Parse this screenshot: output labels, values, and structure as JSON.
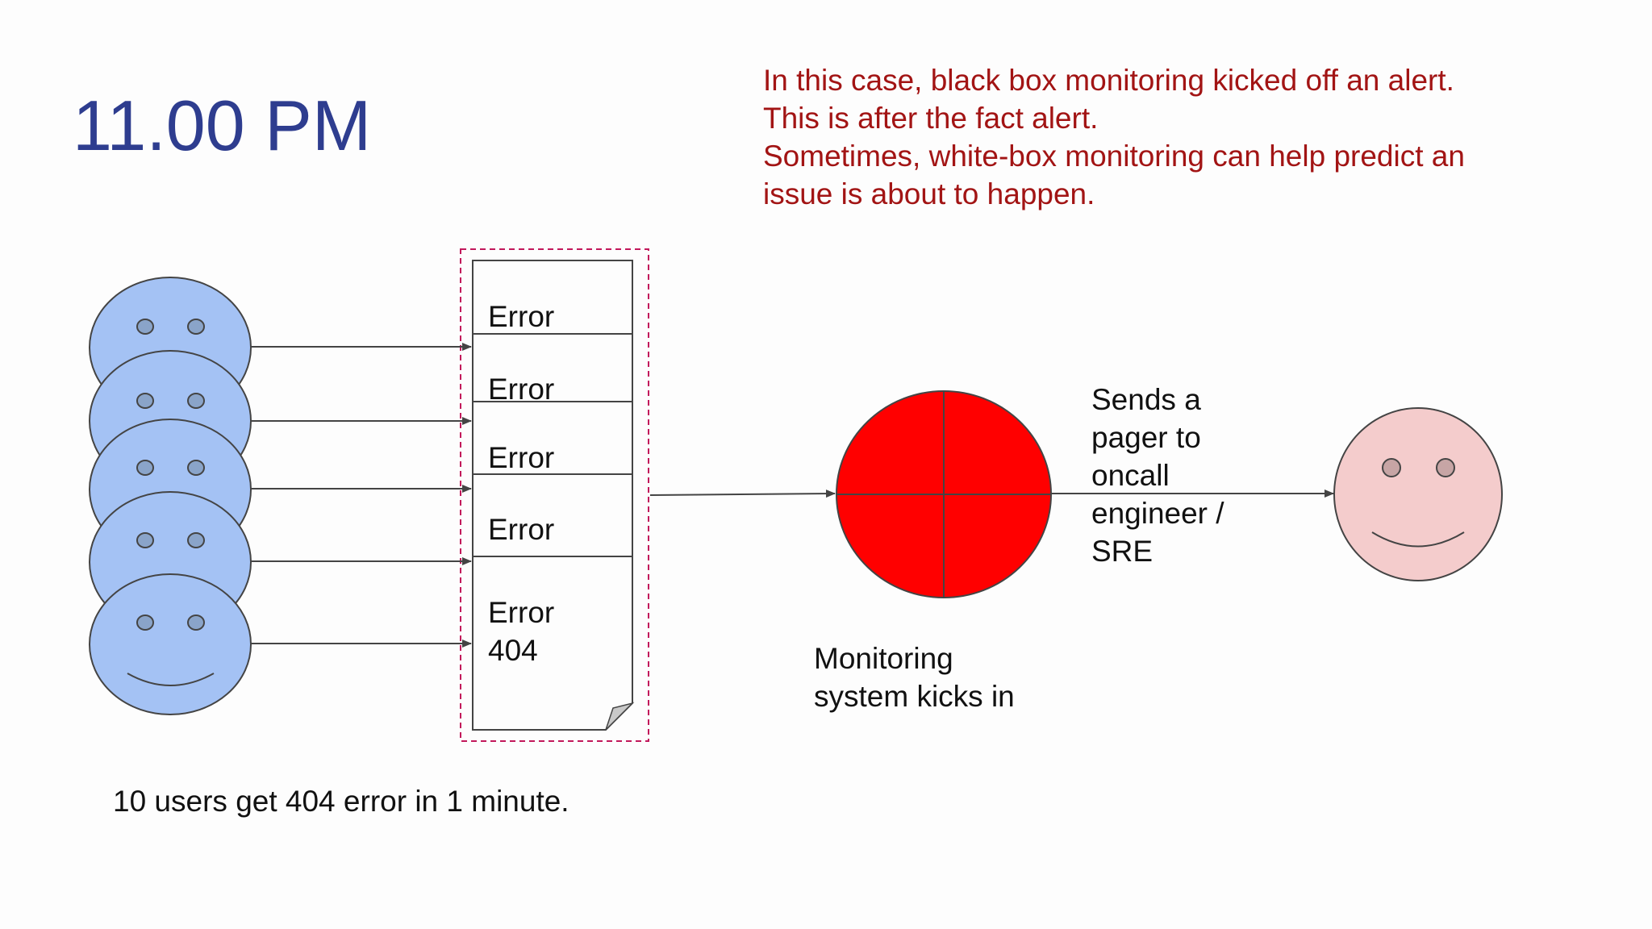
{
  "slide": {
    "time": "11.00 PM",
    "note_lines": [
      "In this case, black box monitoring kicked off an alert.",
      "This is after the fact alert.",
      "Sometimes, white-box monitoring can help predict an",
      "issue is about to happen."
    ]
  },
  "diagram": {
    "errors": [
      {
        "line1": "Error",
        "line2": ""
      },
      {
        "line1": "Error",
        "line2": ""
      },
      {
        "line1": "Error",
        "line2": ""
      },
      {
        "line1": "Error",
        "line2": ""
      },
      {
        "line1": "Error",
        "line2": "404"
      }
    ],
    "users_caption": "10 users get 404 error in 1 minute.",
    "monitor_caption_lines": [
      "Monitoring",
      "system kicks in"
    ],
    "pager_caption_lines": [
      "Sends a",
      "pager to",
      "oncall",
      "engineer /",
      "SRE"
    ],
    "colors": {
      "user_face": "#a4c2f4",
      "monitor": "#ff0000",
      "engineer_face": "#f4cccc",
      "dashed_box": "#c2185b",
      "title": "#2e3d8f",
      "note": "#a21414"
    }
  }
}
